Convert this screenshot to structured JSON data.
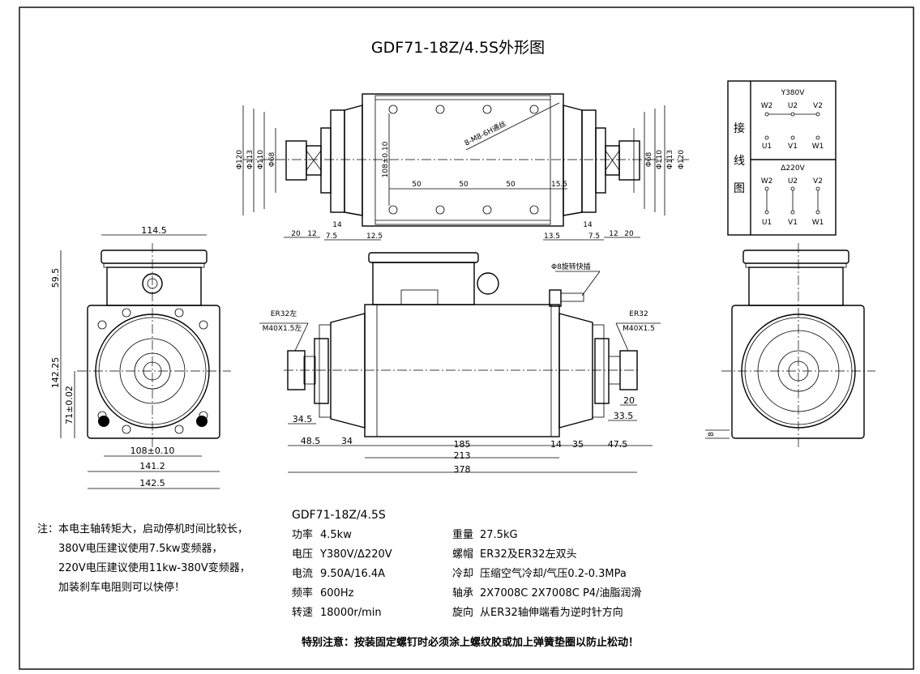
{
  "title": "GDF71-18Z/4.5S外形图",
  "top_view": {
    "left_diameters": [
      "Φ120",
      "Φ113",
      "Φ110",
      "Φ68"
    ],
    "right_diameters": [
      "Φ68",
      "Φ110",
      "Φ113",
      "Φ120"
    ],
    "height_dim": "108±0.10",
    "hole_callout": "8-M8-6H通丝",
    "hole_pitch": [
      "50",
      "50",
      "50",
      "15.5"
    ],
    "bottom_left": [
      "20",
      "12",
      "14",
      "7.5",
      "12.5"
    ],
    "bottom_right": [
      "13.5",
      "14",
      "7.5",
      "12",
      "20"
    ]
  },
  "front_view": {
    "box_width": "114.5",
    "box_height": "59.5",
    "total_height": "142.25",
    "center_height": "71±0.02",
    "hole_spacing": "108±0.10",
    "width_inner": "141.2",
    "width_outer": "142.5"
  },
  "side_view": {
    "quick_connector": "Φ8旋转快插",
    "left_nut": "ER32左",
    "left_thread": "M40X1.5左",
    "right_nut": "ER32",
    "right_thread": "M40X1.5",
    "dims": {
      "d345": "34.5",
      "d485": "48.5",
      "d34": "34",
      "d185": "185",
      "d14": "14",
      "d35": "35",
      "d475": "47.5",
      "d213": "213",
      "d378": "378",
      "d20": "20",
      "d335": "33.5"
    }
  },
  "right_view": {
    "small_dim": "8"
  },
  "wiring": {
    "title": "接线图",
    "title_chars": [
      "接",
      "线",
      "图"
    ],
    "star": {
      "label": "Y380V",
      "top": [
        "W2",
        "U2",
        "V2"
      ],
      "bottom": [
        "U1",
        "V1",
        "W1"
      ]
    },
    "delta": {
      "label": "Δ220V",
      "top": [
        "W2",
        "U2",
        "V2"
      ],
      "bottom": [
        "U1",
        "V1",
        "W1"
      ]
    }
  },
  "notes": [
    "注：本电主轴转矩大，启动停机时间比较长，",
    "380V电压建议使用7.5kw变频器，",
    "220V电压建议使用11kw-380V变频器，",
    "加装刹车电阻则可以快停！"
  ],
  "specs": {
    "model": "GDF71-18Z/4.5S",
    "left": [
      {
        "label": "功率",
        "value": "4.5kw"
      },
      {
        "label": "电压",
        "value": "Y380V/Δ220V"
      },
      {
        "label": "电流",
        "value": "9.50A/16.4A"
      },
      {
        "label": "频率",
        "value": "600Hz"
      },
      {
        "label": "转速",
        "value": "18000r/min"
      }
    ],
    "right": [
      {
        "label": "重量",
        "value": "27.5kG"
      },
      {
        "label": "螺帽",
        "value": "ER32及ER32左双头"
      },
      {
        "label": "冷却",
        "value": "压缩空气冷却/气压0.2-0.3MPa"
      },
      {
        "label": "轴承",
        "value": "2X7008C 2X7008C P4/油脂润滑"
      },
      {
        "label": "旋向",
        "value": "从ER32轴伸端看为逆时针方向"
      }
    ]
  },
  "warning": "特别注意：按装固定螺钉时必须涂上螺纹胶或加上弹簧垫圈以防止松动！"
}
